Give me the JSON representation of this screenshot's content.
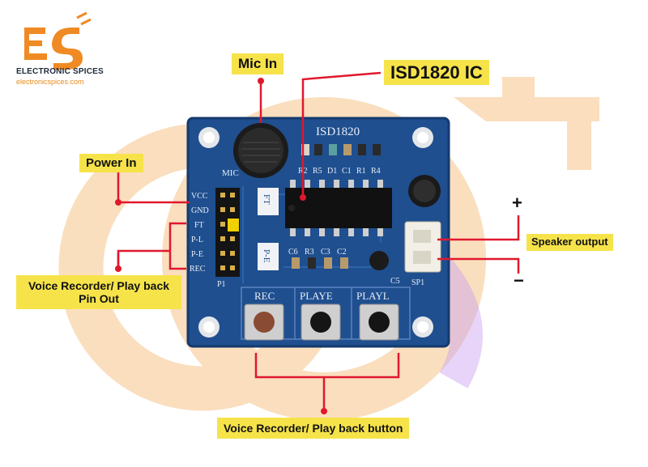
{
  "brand": {
    "name": "ELECTRONIC SPICES",
    "url": "electronicspices.com",
    "accent_color": "#f08a24"
  },
  "callouts": {
    "mic_in": "Mic In",
    "ic": "ISD1820 IC",
    "power_in": "Power In",
    "speaker_output": "Speaker output",
    "pin_out": "Voice Recorder/ Play back Pin Out",
    "button": "Voice Recorder/ Play back button",
    "plus": "+",
    "minus": "−"
  },
  "board": {
    "chip_label": "ISD1820",
    "mic_label": "MIC",
    "component_row_top": [
      "R2",
      "R5",
      "D1",
      "C1",
      "R1",
      "R4"
    ],
    "component_row_bottom": [
      "C6",
      "R3",
      "C3",
      "C2"
    ],
    "c5_label": "C5",
    "sp1_label": "SP1",
    "p1_label": "P1",
    "pins": [
      "VCC",
      "GND",
      "FT",
      "P-L",
      "P-E",
      "REC"
    ],
    "side_labels": [
      "FT",
      "P-E"
    ],
    "buttons": [
      "REC",
      "PLAYE",
      "PLAYL"
    ]
  },
  "colors": {
    "callout_bg": "#f6e34a",
    "leader_line": "#e0182d",
    "pcb": "#1f4f8f",
    "watermark": "#f6c48a"
  }
}
